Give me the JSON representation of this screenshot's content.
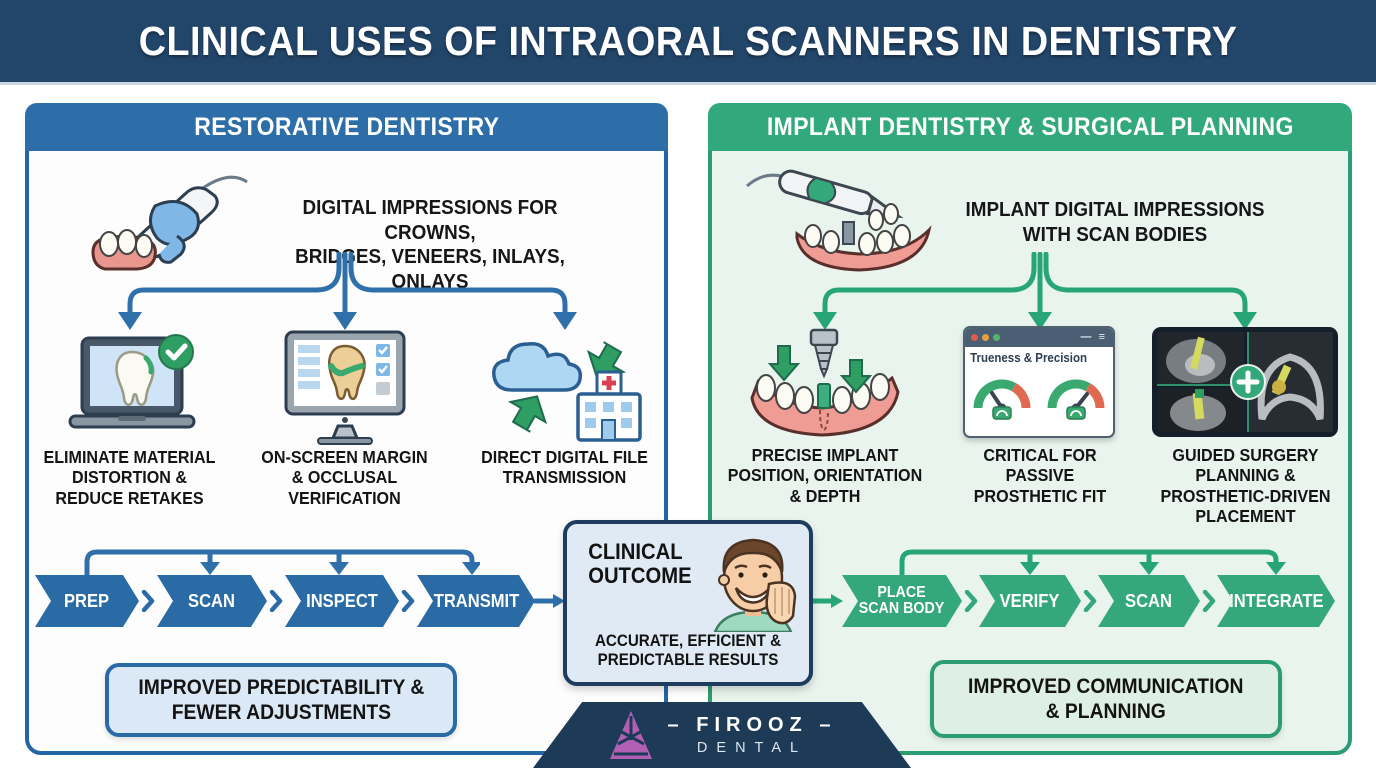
{
  "title": "CLINICAL USES OF INTRAORAL SCANNERS IN DENTISTRY",
  "left": {
    "header": "RESTORATIVE DENTISTRY",
    "intro": "DIGITAL IMPRESSIONS FOR CROWNS,\nBRIDGES, VENEERS, INLAYS, ONLAYS",
    "benefits": [
      {
        "icon": "laptop-check-icon",
        "label": "ELIMINATE MATERIAL\nDISTORTION &\nREDUCE RETAKES"
      },
      {
        "icon": "monitor-margin-icon",
        "label": "ON-SCREEN MARGIN\n& OCCLUSAL\nVERIFICATION"
      },
      {
        "icon": "cloud-transfer-icon",
        "label": "DIRECT DIGITAL FILE\nTRANSMISSION"
      }
    ],
    "steps": [
      "PREP",
      "SCAN",
      "INSPECT",
      "TRANSMIT"
    ],
    "benefit_box": "IMPROVED PREDICTABILITY &\nFEWER ADJUSTMENTS"
  },
  "right": {
    "header": "IMPLANT DENTISTRY & SURGICAL PLANNING",
    "intro": "IMPLANT DIGITAL IMPRESSIONS\nWITH SCAN BODIES",
    "benefits": [
      {
        "icon": "implant-placement-icon",
        "label": "PRECISE IMPLANT\nPOSITION, ORIENTATION\n& DEPTH"
      },
      {
        "icon": "trueness-gauges-icon",
        "label": "CRITICAL FOR\nPASSIVE\nPROSTHETIC FIT"
      },
      {
        "icon": "ct-guided-surgery-icon",
        "label": "GUIDED SURGERY\nPLANNING &\nPROSTHETIC-DRIVEN\nPLACEMENT"
      }
    ],
    "gauge_window_title": "Trueness & Precision",
    "steps": [
      "PLACE\nSCAN BODY",
      "VERIFY",
      "SCAN",
      "INTEGRATE"
    ],
    "benefit_box": "IMPROVED COMMUNICATION\n& PLANNING"
  },
  "outcome": {
    "title": "CLINICAL\nOUTCOME",
    "subtitle": "ACCURATE, EFFICIENT &\nPREDICTABLE RESULTS"
  },
  "footer": {
    "brand_top": "– FIROOZ –",
    "brand_bottom": "DENTAL"
  },
  "colors": {
    "banner_navy": "#22456a",
    "restorative_blue": "#2d6da8",
    "implant_green": "#32a87d",
    "accent_check_green": "#2e9e63",
    "gauge_red": "#e0694f"
  }
}
